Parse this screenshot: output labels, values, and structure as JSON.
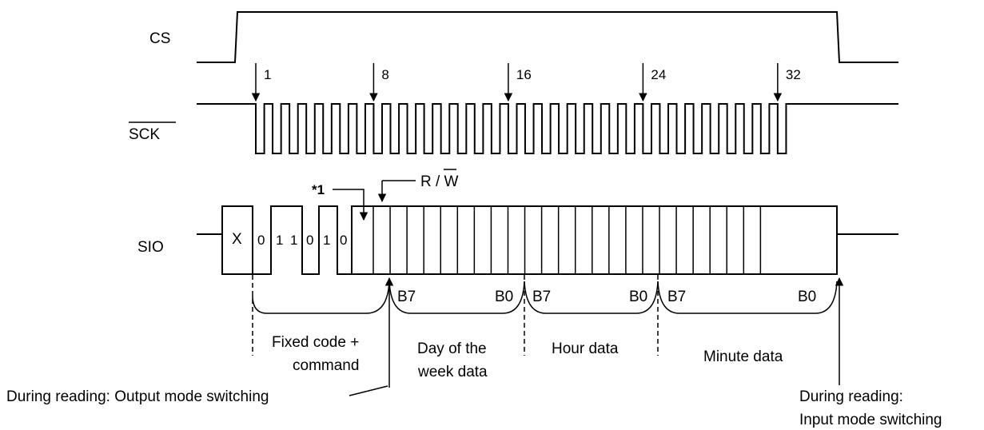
{
  "signals": {
    "cs": "CS",
    "sck": "SCK",
    "sio": "SIO"
  },
  "clock_markers": [
    "1",
    "8",
    "16",
    "24",
    "32"
  ],
  "sio": {
    "dont_care": "X",
    "command_bits": [
      "0",
      "1",
      "1",
      "0",
      "1",
      "0"
    ],
    "rw_label": "R / W",
    "note_marker": "*1"
  },
  "byte_bits": {
    "msb": "B7",
    "lsb": "B0"
  },
  "segments": {
    "fixed_code": [
      "Fixed code +",
      "command"
    ],
    "day_of_week": [
      "Day of the",
      "week data"
    ],
    "hour": [
      "Hour data"
    ],
    "minute": [
      "Minute data"
    ]
  },
  "notes": {
    "output_switch": "During reading:  Output mode switching",
    "input_switch": [
      "During reading:",
      "Input mode switching"
    ]
  },
  "colors": {
    "line": "#000000",
    "background": "#ffffff"
  }
}
